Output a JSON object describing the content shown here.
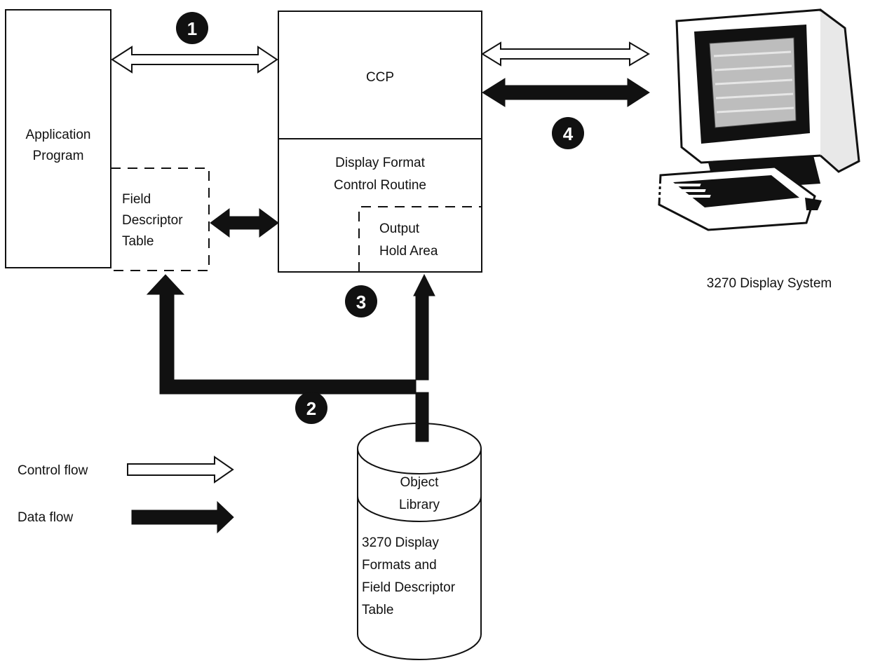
{
  "boxes": {
    "application_program": [
      "Application",
      "Program"
    ],
    "ccp": "CCP",
    "display_format_control_routine": [
      "Display Format",
      "Control Routine"
    ],
    "field_descriptor_table": [
      "Field",
      "Descriptor",
      "Table"
    ],
    "output_hold_area": [
      "Output",
      "Hold Area"
    ],
    "object_library": [
      "Object",
      "Library"
    ],
    "library_contents": [
      "3270 Display",
      "Formats and",
      "Field Descriptor",
      "Table"
    ]
  },
  "terminal": {
    "label": "3270 Display System",
    "icon": "computer-terminal-icon"
  },
  "step_markers": [
    "1",
    "2",
    "3",
    "4"
  ],
  "legend": {
    "control_flow": "Control flow",
    "data_flow": "Data flow"
  },
  "colors": {
    "line": "#111111",
    "background": "#ffffff"
  }
}
